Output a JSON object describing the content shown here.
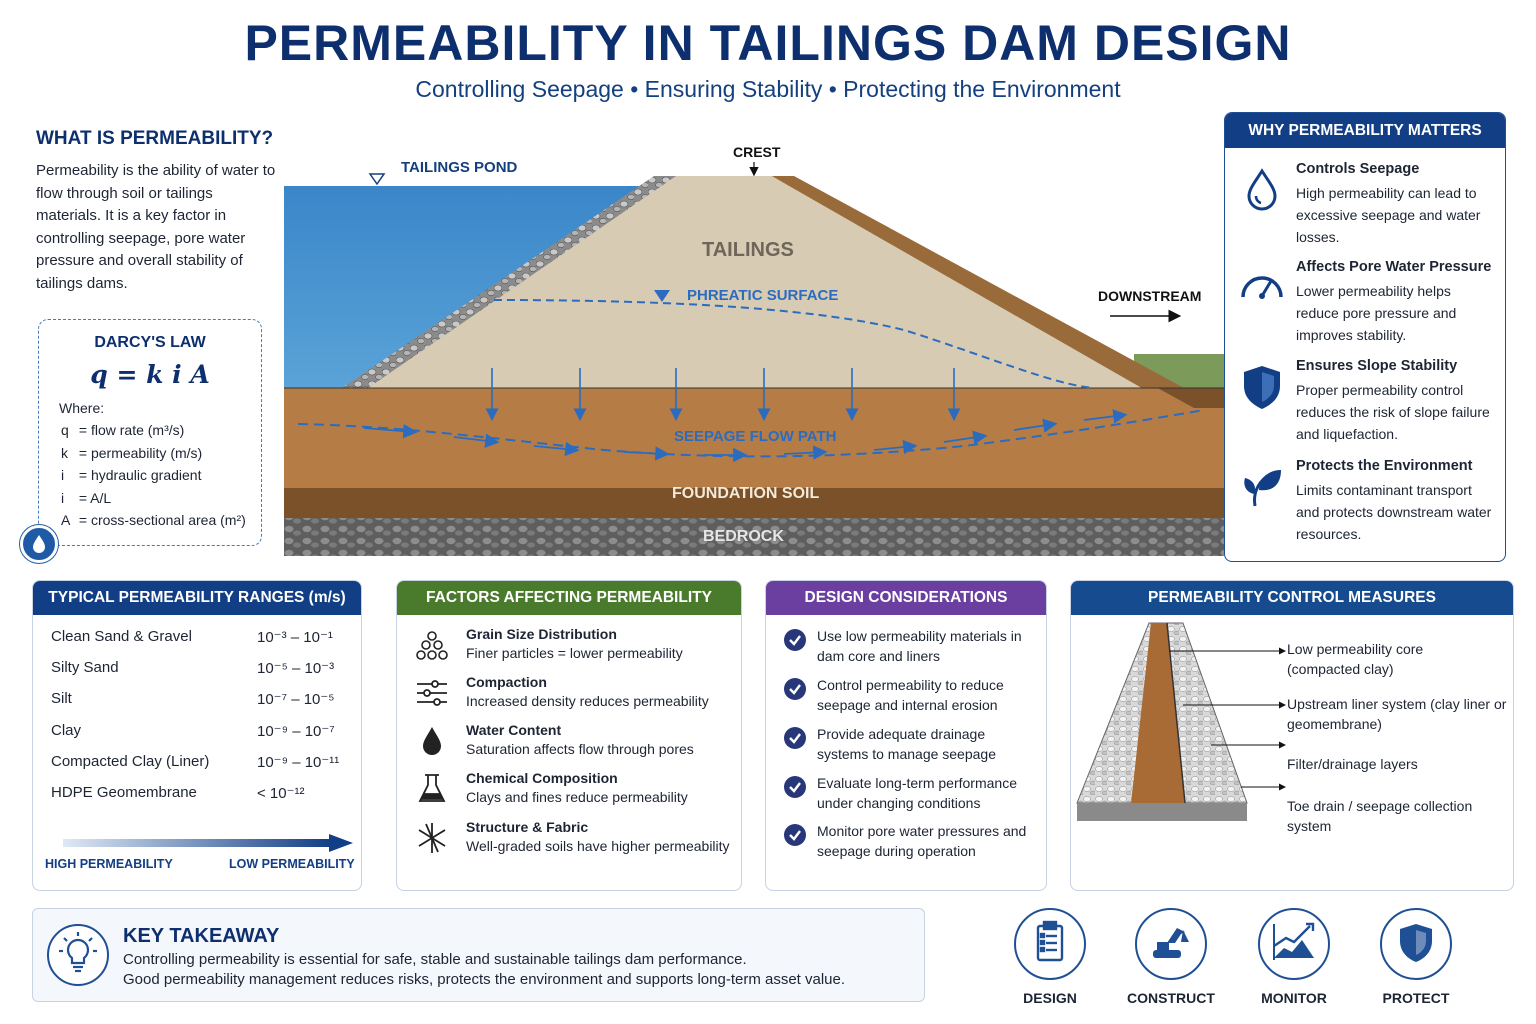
{
  "header": {
    "title": "PERMEABILITY IN TAILINGS DAM DESIGN",
    "subtitle": "Controlling Seepage • Ensuring Stability • Protecting the Environment"
  },
  "what": {
    "heading": "WHAT IS PERMEABILITY?",
    "body": "Permeability is the ability of water to flow through soil or tailings materials. It is a key factor in controlling seepage, pore water pressure and overall stability of tailings dams."
  },
  "darcy": {
    "heading": "DARCY'S LAW",
    "equation": "q = k i A",
    "where": "Where:",
    "terms": [
      {
        "sym": "q",
        "def": "= flow rate (m³/s)"
      },
      {
        "sym": "k",
        "def": "= permeability (m/s)"
      },
      {
        "sym": "i",
        "def": "= hydraulic gradient"
      },
      {
        "sym": "i",
        "def": "= A/L"
      },
      {
        "sym": "A",
        "def": "= cross-sectional area (m²)"
      }
    ]
  },
  "diagram": {
    "tailings_pond": "TAILINGS POND",
    "crest": "CREST",
    "tailings": "TAILINGS",
    "phreatic_surface": "PHREATIC SURFACE",
    "downstream": "DOWNSTREAM",
    "seepage_flow_path": "SEEPAGE FLOW PATH",
    "foundation_soil": "FOUNDATION SOIL",
    "bedrock": "BEDROCK"
  },
  "why": {
    "heading": "WHY PERMEABILITY MATTERS",
    "items": [
      {
        "icon": "water-drop-icon",
        "title": "Controls Seepage",
        "desc": "High permeability can lead to excessive seepage and water losses."
      },
      {
        "icon": "gauge-icon",
        "title": "Affects Pore Water Pressure",
        "desc": "Lower permeability helps reduce pore pressure and improves stability."
      },
      {
        "icon": "shield-icon",
        "title": "Ensures Slope Stability",
        "desc": "Proper permeability control reduces the risk of slope failure and liquefaction."
      },
      {
        "icon": "leaf-icon",
        "title": "Protects the Environment",
        "desc": "Limits contaminant transport and protects downstream water resources."
      }
    ]
  },
  "ranges": {
    "heading": "TYPICAL PERMEABILITY RANGES (m/s)",
    "rows": [
      {
        "material": "Clean Sand & Gravel",
        "range": "10⁻³ – 10⁻¹"
      },
      {
        "material": "Silty Sand",
        "range": "10⁻⁵ – 10⁻³"
      },
      {
        "material": "Silt",
        "range": "10⁻⁷ – 10⁻⁵"
      },
      {
        "material": "Clay",
        "range": "10⁻⁹ – 10⁻⁷"
      },
      {
        "material": "Compacted Clay (Liner)",
        "range": "10⁻⁹ – 10⁻¹¹"
      },
      {
        "material": "HDPE Geomembrane",
        "range": " < 10⁻¹²"
      }
    ],
    "high_label": "HIGH PERMEABILITY",
    "low_label": "LOW PERMEABILITY"
  },
  "factors": {
    "heading": "FACTORS AFFECTING PERMEABILITY",
    "items": [
      {
        "icon": "grain-icon",
        "title": "Grain Size Distribution",
        "desc": "Finer particles = lower permeability"
      },
      {
        "icon": "compaction-icon",
        "title": "Compaction",
        "desc": "Increased density reduces permeability"
      },
      {
        "icon": "drop-icon",
        "title": "Water Content",
        "desc": "Saturation affects flow through pores"
      },
      {
        "icon": "flask-icon",
        "title": "Chemical Composition",
        "desc": "Clays and fines reduce permeability"
      },
      {
        "icon": "structure-icon",
        "title": "Structure & Fabric",
        "desc": "Well-graded soils have higher permeability"
      }
    ]
  },
  "design": {
    "heading": "DESIGN CONSIDERATIONS",
    "items": [
      "Use low permeability materials in dam core and liners",
      "Control permeability to reduce seepage and internal erosion",
      "Provide adequate drainage systems to manage seepage",
      "Evaluate long-term performance under changing conditions",
      "Monitor pore water pressures and seepage during operation"
    ]
  },
  "control": {
    "heading": "PERMEABILITY CONTROL MEASURES",
    "labels": [
      "Low permeability core (compacted clay)",
      "Upstream liner system (clay liner or geomembrane)",
      "Filter/drainage layers",
      "Toe drain / seepage collection system"
    ]
  },
  "key": {
    "heading": "KEY TAKEAWAY",
    "line1": "Controlling permeability is essential for safe, stable and sustainable tailings dam performance.",
    "line2": "Good permeability management reduces risks, protects the environment and supports long-term asset value."
  },
  "stages": [
    {
      "icon": "clipboard-icon",
      "label": "DESIGN"
    },
    {
      "icon": "excavator-icon",
      "label": "CONSTRUCT"
    },
    {
      "icon": "chart-icon",
      "label": "MONITOR"
    },
    {
      "icon": "shield-check-icon",
      "label": "PROTECT"
    }
  ],
  "colors": {
    "navy": "#0e2f6e",
    "factors_header": "#4a7a2c",
    "design_header": "#6b3fa0",
    "control_header": "#174b8f",
    "water": "#3f86c6",
    "tailings": "#d6c8b0",
    "foundation": "#b07a42",
    "bedrock": "#6d6d6d"
  }
}
